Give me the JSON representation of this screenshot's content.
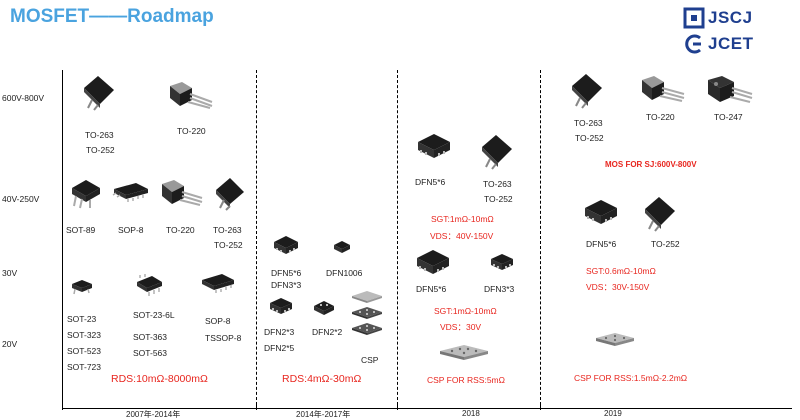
{
  "title": "MOSFET——Roadmap",
  "logo": {
    "line1": "JSCJ",
    "line2": "JCET"
  },
  "voltage_levels": [
    "600V-800V",
    "40V-250V",
    "30V",
    "20V"
  ],
  "periods": [
    "2007年-2014年",
    "2014年-2017年",
    "2018",
    "2019"
  ],
  "col2007": {
    "to263_a": "TO-263",
    "to252_a": "TO-252",
    "to220_a": "TO-220",
    "sot89": "SOT-89",
    "sop8_a": "SOP-8",
    "to220_b": "TO-220",
    "to263_b": "TO-263",
    "to252_b": "TO-252",
    "sot23": "SOT-23",
    "sot323": "SOT-323",
    "sot523": "SOT-523",
    "sot723": "SOT-723",
    "sot23_6l": "SOT-23-6L",
    "sot363": "SOT-363",
    "sot563": "SOT-563",
    "sop8_b": "SOP-8",
    "tssop8": "TSSOP-8",
    "rds": "RDS:10mΩ-8000mΩ"
  },
  "col2014": {
    "dfn56": "DFN5*6",
    "dfn33": "DFN3*3",
    "dfn1006": "DFN1006",
    "dfn23": "DFN2*3",
    "dfn25": "DFN2*5",
    "dfn22": "DFN2*2",
    "csp": "CSP",
    "rds": "RDS:4mΩ-30mΩ"
  },
  "col2018": {
    "dfn56_a": "DFN5*6",
    "to263": "TO-263",
    "to252": "TO-252",
    "sgt1": "SGT:1mΩ-10mΩ",
    "vds1": "VDS：40V-150V",
    "dfn56_b": "DFN5*6",
    "dfn33": "DFN3*3",
    "sgt2": "SGT:1mΩ-10mΩ",
    "vds2": "VDS：30V",
    "csp": "CSP FOR RSS:5mΩ"
  },
  "col2019": {
    "to263": "TO-263",
    "to252": "TO-252",
    "to220": "TO-220",
    "to247": "TO-247",
    "mos_sj": "MOS FOR SJ:600V-800V",
    "dfn56": "DFN5*6",
    "to252_b": "TO-252",
    "sgt": "SGT:0.6mΩ-10mΩ",
    "vds": "VDS：30V-150V",
    "csp": "CSP FOR RSS:1.5mΩ-2.2mΩ"
  }
}
